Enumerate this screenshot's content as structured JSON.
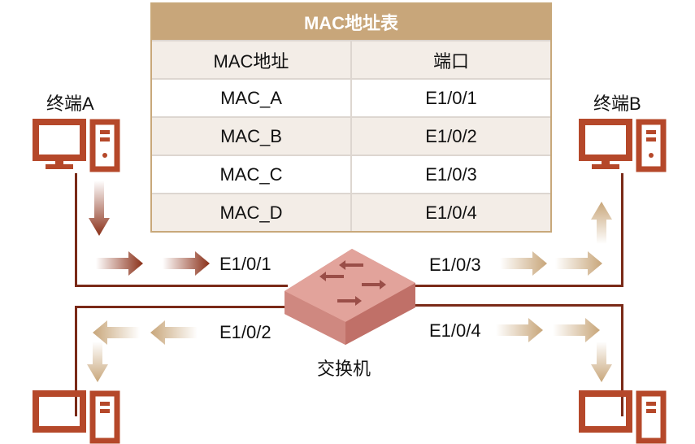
{
  "mac_table": {
    "title": "MAC地址表",
    "columns": [
      "MAC地址",
      "端口"
    ],
    "rows": [
      {
        "mac": "MAC_A",
        "port": "E1/0/1"
      },
      {
        "mac": "MAC_B",
        "port": "E1/0/2"
      },
      {
        "mac": "MAC_C",
        "port": "E1/0/3"
      },
      {
        "mac": "MAC_D",
        "port": "E1/0/4"
      }
    ]
  },
  "terminals": {
    "a": "终端A",
    "b": "终端B"
  },
  "switch": {
    "label": "交换机",
    "ports": {
      "p1": "E1/0/1",
      "p2": "E1/0/2",
      "p3": "E1/0/3",
      "p4": "E1/0/4"
    }
  },
  "colors": {
    "icon": "#b5482a",
    "link": "#7a2a18",
    "table_header": "#c8a67a",
    "arrow_dark": "#8a3018",
    "arrow_light": "#c8a67a",
    "switch_body": "#d98c84"
  }
}
